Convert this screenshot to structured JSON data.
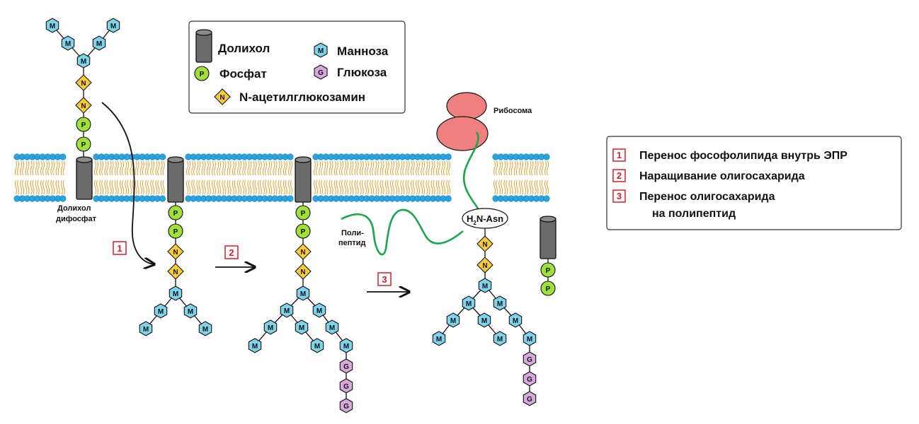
{
  "colors": {
    "mannose": "#7fd3ea",
    "glucose": "#d6a8dc",
    "phosphate": "#9fe03a",
    "glcnac": "#ffcc33",
    "dolichol": "#6b6b6b",
    "lipid_head": "#29a3df",
    "lipid_tail": "#e0a84a",
    "polypeptide": "#1aa64a",
    "ribosome": "#f08080",
    "step_number": "#d0202a"
  },
  "legend": {
    "dolichol": "Долихол",
    "phosphate": "Фосфат",
    "glcnac": "N-ацетилглюкозамин",
    "mannose": "Манноза",
    "glucose": "Глюкоза"
  },
  "symbols": {
    "mannose": "M",
    "phosphate": "P",
    "glcnac": "N",
    "glucose": "G"
  },
  "labels": {
    "dolichol_diphosphate_1": "Долихол",
    "dolichol_diphosphate_2": "дифосфат",
    "polypeptide_1": "Поли-",
    "polypeptide_2": "пептид",
    "ribosome": "Рибосома",
    "h": "H",
    "h_sub": "2",
    "asn": "N-Asn"
  },
  "step_numbers": [
    "1",
    "2",
    "3"
  ],
  "steps": [
    {
      "num": "1",
      "text": "Перенос фософолипида внутрь ЭПР"
    },
    {
      "num": "2",
      "text": "Наращивание олигосахарида"
    },
    {
      "num": "3",
      "text": "Перенос олигосахарида"
    }
  ],
  "step3_line2": "на полипептид"
}
